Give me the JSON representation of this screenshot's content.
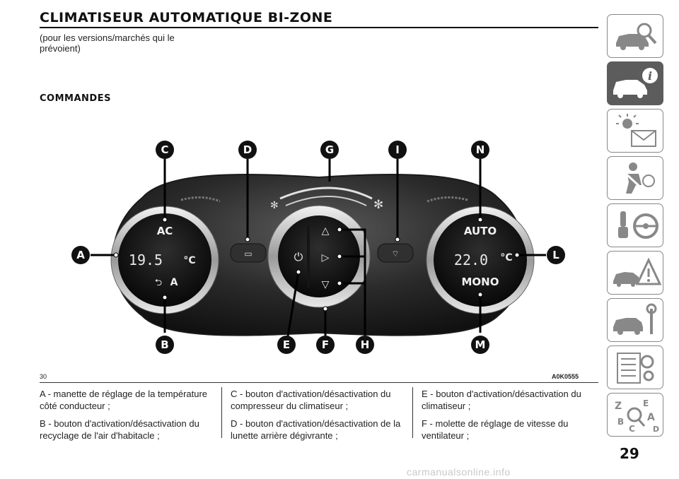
{
  "page": {
    "title": "CLIMATISEUR AUTOMATIQUE BI-ZONE",
    "subtitle": "(pour les versions/marchés qui le prévoient)",
    "section_heading": "COMMANDES",
    "page_number": "29",
    "watermark": "carmanualsonline.info"
  },
  "figure": {
    "number": "30",
    "reference": "A0K0555",
    "callouts": [
      "A",
      "B",
      "C",
      "D",
      "E",
      "F",
      "G",
      "H",
      "I",
      "L",
      "M",
      "N"
    ],
    "panel_labels": {
      "ac": "AC",
      "recirc_auto": "A",
      "auto": "AUTO",
      "mono": "MONO",
      "left_temp": "19.5",
      "right_temp": "22.0",
      "temp_unit": "°C"
    }
  },
  "descriptions": [
    "A - manette de réglage de la température côté conducteur ;",
    "B - bouton d'activation/désactivation du recyclage de l'air d'habitacle ;",
    "C - bouton d'activation/désactivation du compresseur du climatiseur ;",
    "D - bouton d'activation/désactivation de la lunette arrière dégivrante ;",
    "E - bouton d'activation/désactivation du climatiseur ;",
    "F - molette de réglage de vitesse du ventilateur ;"
  ],
  "sidebar": {
    "tabs": [
      {
        "icon": "car-search-icon",
        "active": false
      },
      {
        "icon": "car-info-icon",
        "active": true
      },
      {
        "icon": "warning-light-envelope-icon",
        "active": false
      },
      {
        "icon": "seatbelt-airbag-icon",
        "active": false
      },
      {
        "icon": "key-steering-wheel-icon",
        "active": false
      },
      {
        "icon": "car-crash-warning-icon",
        "active": false
      },
      {
        "icon": "car-wrench-icon",
        "active": false
      },
      {
        "icon": "specs-gear-icon",
        "active": false
      },
      {
        "icon": "alphabetical-index-icon",
        "active": false
      }
    ]
  }
}
